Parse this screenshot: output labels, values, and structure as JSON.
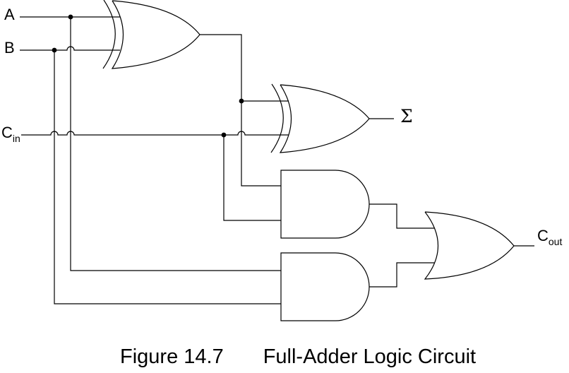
{
  "figure": {
    "labels": {
      "input_a": "A",
      "input_b": "B",
      "cin_base": "C",
      "cin_sub": "in",
      "sum": "Σ",
      "cout_base": "C",
      "cout_sub": "out"
    },
    "caption": {
      "figure_label": "Figure 14.7",
      "title": "Full-Adder Logic Circuit"
    },
    "colors": {
      "line": "#000000",
      "background": "#ffffff"
    },
    "circuit": {
      "name": "full-adder",
      "inputs": [
        "A",
        "B",
        "Cin"
      ],
      "outputs": [
        "Σ",
        "Cout"
      ],
      "gates": [
        {
          "id": "xor1",
          "type": "XOR",
          "inputs": [
            "A",
            "B"
          ]
        },
        {
          "id": "xor2",
          "type": "XOR",
          "inputs": [
            "xor1-output",
            "Cin"
          ],
          "output": "Σ"
        },
        {
          "id": "and1",
          "type": "AND",
          "inputs": [
            "xor1-output",
            "Cin"
          ]
        },
        {
          "id": "and2",
          "type": "AND",
          "inputs": [
            "A",
            "B"
          ]
        },
        {
          "id": "or1",
          "type": "OR",
          "inputs": [
            "and1-output",
            "and2-output"
          ],
          "output": "Cout"
        }
      ]
    }
  }
}
